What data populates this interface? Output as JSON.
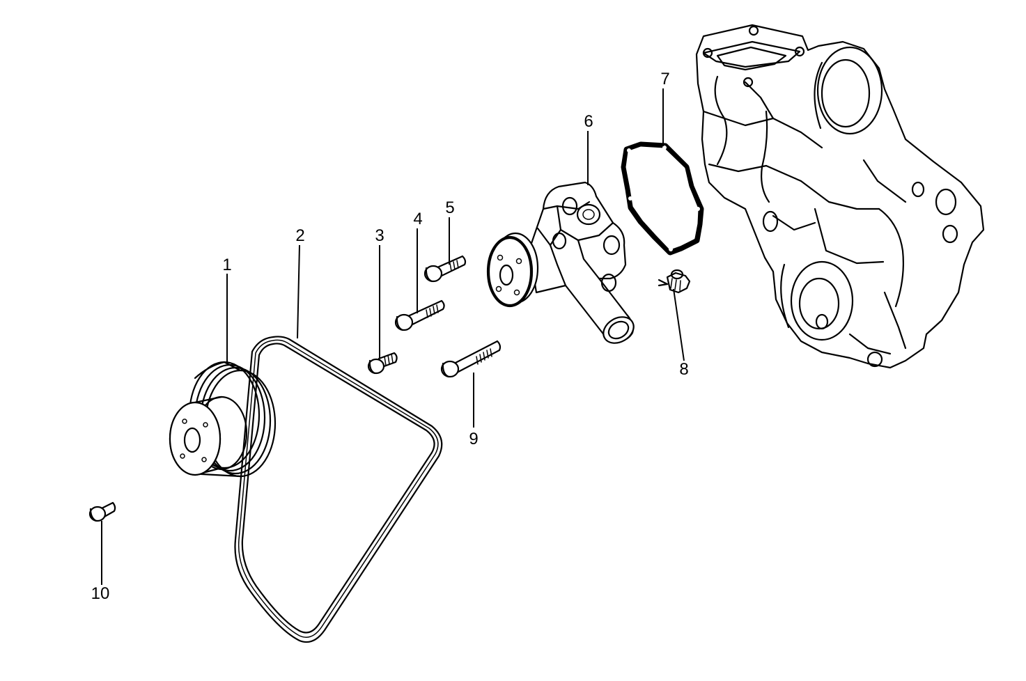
{
  "parts": [
    {
      "label": "1",
      "icon": "pulley-icon"
    },
    {
      "label": "2",
      "icon": "belt-icon"
    },
    {
      "label": "3",
      "icon": "short-bolt-icon"
    },
    {
      "label": "4",
      "icon": "bolt-icon"
    },
    {
      "label": "5",
      "icon": "bolt-icon"
    },
    {
      "label": "6",
      "icon": "water-pump-icon"
    },
    {
      "label": "7",
      "icon": "gasket-icon"
    },
    {
      "label": "8",
      "icon": "sensor-icon"
    },
    {
      "label": "9",
      "icon": "long-bolt-icon"
    },
    {
      "label": "10",
      "icon": "plug-icon"
    }
  ]
}
